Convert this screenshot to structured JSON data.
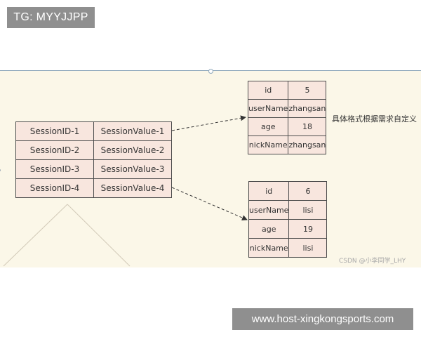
{
  "overlay": {
    "label": "TG: MYYJJPP"
  },
  "session_table": {
    "rows": [
      {
        "key": "SessionID-1",
        "value": "SessionValue-1"
      },
      {
        "key": "SessionID-2",
        "value": "SessionValue-2"
      },
      {
        "key": "SessionID-3",
        "value": "SessionValue-3"
      },
      {
        "key": "SessionID-4",
        "value": "SessionValue-4"
      }
    ]
  },
  "detail_tables": [
    {
      "rows": [
        {
          "field": "id",
          "value": "5"
        },
        {
          "field": "userName",
          "value": "zhangsan"
        },
        {
          "field": "age",
          "value": "18"
        },
        {
          "field": "nickName",
          "value": "zhangsan"
        }
      ]
    },
    {
      "rows": [
        {
          "field": "id",
          "value": "6"
        },
        {
          "field": "userName",
          "value": "lisi"
        },
        {
          "field": "age",
          "value": "19"
        },
        {
          "field": "nickName",
          "value": "lisi"
        }
      ]
    }
  ],
  "note": "具体格式根据需求自定义",
  "watermark": "CSDN @小李同学_LHY",
  "footer": {
    "url": "www.host-xingkongsports.com"
  },
  "colors": {
    "panel_background": "#fbf7e8",
    "cell_fill": "#f8e6de",
    "cell_border": "#4d4d4d",
    "overlay_background": "#8f8f8f"
  }
}
